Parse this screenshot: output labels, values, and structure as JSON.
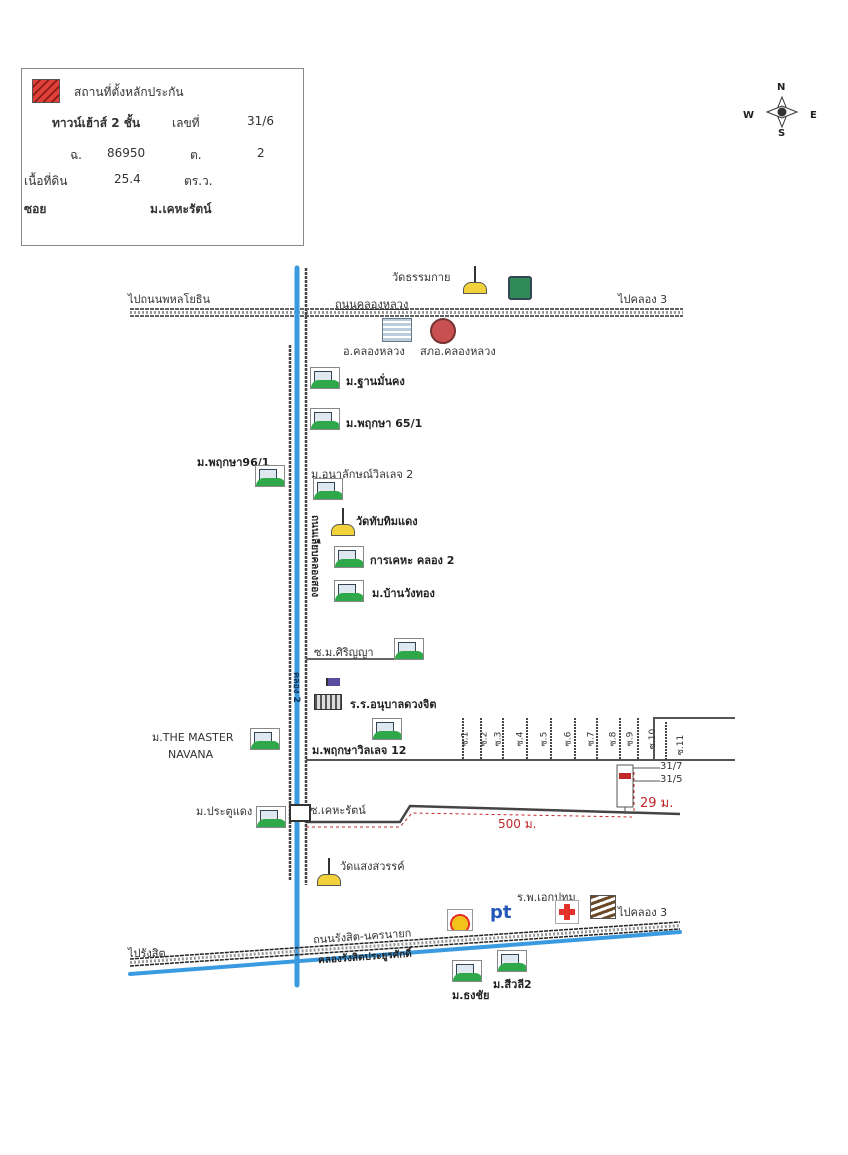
{
  "legend": {
    "title": "สถานที่ตั้งหลักประกัน",
    "swatch_color": "#e0403a",
    "building_type": "ทาวน์เฮ้าส์ 2 ชั้น",
    "number_label": "เลขที่",
    "number_value": "31/6",
    "deed_label": "ฉ.",
    "deed_value": "86950",
    "district_label": "ต.",
    "district_value": "2",
    "area_label": "เนื้อที่ดิน",
    "area_value": "25.4",
    "area_unit": "ตร.ว.",
    "soi_label": "ซอย",
    "soi_value": "ม.เคหะรัตน์"
  },
  "compass": {
    "n": "N",
    "s": "S",
    "e": "E",
    "w": "W"
  },
  "roads": {
    "top_left": "ไปถนนพหลโยธิน",
    "top_right": "ไปคลอง 3",
    "top_name": "ถนนคลองหลวง",
    "vertical_name": "ถนนเลียบคลองสอง",
    "canal_name": "คลอง 2",
    "bottom_left": "ไปรังสิต",
    "bottom_right": "ไปคลอง 3",
    "bottom_name": "ถนนรังสิต-นครนายก",
    "bottom_canal": "คลองรังสิตประยูรศักดิ์",
    "soi_kheha": "ซ.เคหะรัตน์",
    "soi_siriya": "ซ.ม.ศิริญญา",
    "soi_labels": [
      "ซ.1",
      "ซ.2",
      "ซ.3",
      "ซ.4",
      "ซ.5",
      "ซ.6",
      "ซ.7",
      "ซ.8",
      "ซ.9",
      "ซ.10",
      "ซ.11"
    ]
  },
  "landmarks": {
    "wat_thammakai": "วัดธรรมกาย",
    "amphoe": "อ.คลองหลวง",
    "police": "สภอ.คลองหลวง",
    "m1": "ม.ฐานมั่นคง",
    "m2": "ม.พฤกษา 65/1",
    "m3": "ม.พฤกษา96/1",
    "m4": "ม.อนาลักษณ์วิลเลจ 2",
    "wat_tubtim": "วัดทับทิมแดง",
    "m5": "การเคหะ คลอง 2",
    "m6": "ม.บ้านวังทอง",
    "school": "ร.ร.อนุบาลดวงจิต",
    "m7a": "ม.THE MASTER",
    "m7b": "NAVANA",
    "m8": "ม.พฤกษาวิลเลจ 12",
    "m9": "ม.ประตูแดง",
    "wat_saeng": "วัดแสงสวรรค์",
    "hospital": "ร.พ.เอกปทุม",
    "m10": "ม.ธงชัย",
    "m11": "ม.สีวลี2",
    "ptt": "pt"
  },
  "property": {
    "label_a": "31/7",
    "label_b": "31/5",
    "dist_soi": "29 ม.",
    "dist_main": "500 ม.",
    "marker_color": "#c0282a"
  }
}
